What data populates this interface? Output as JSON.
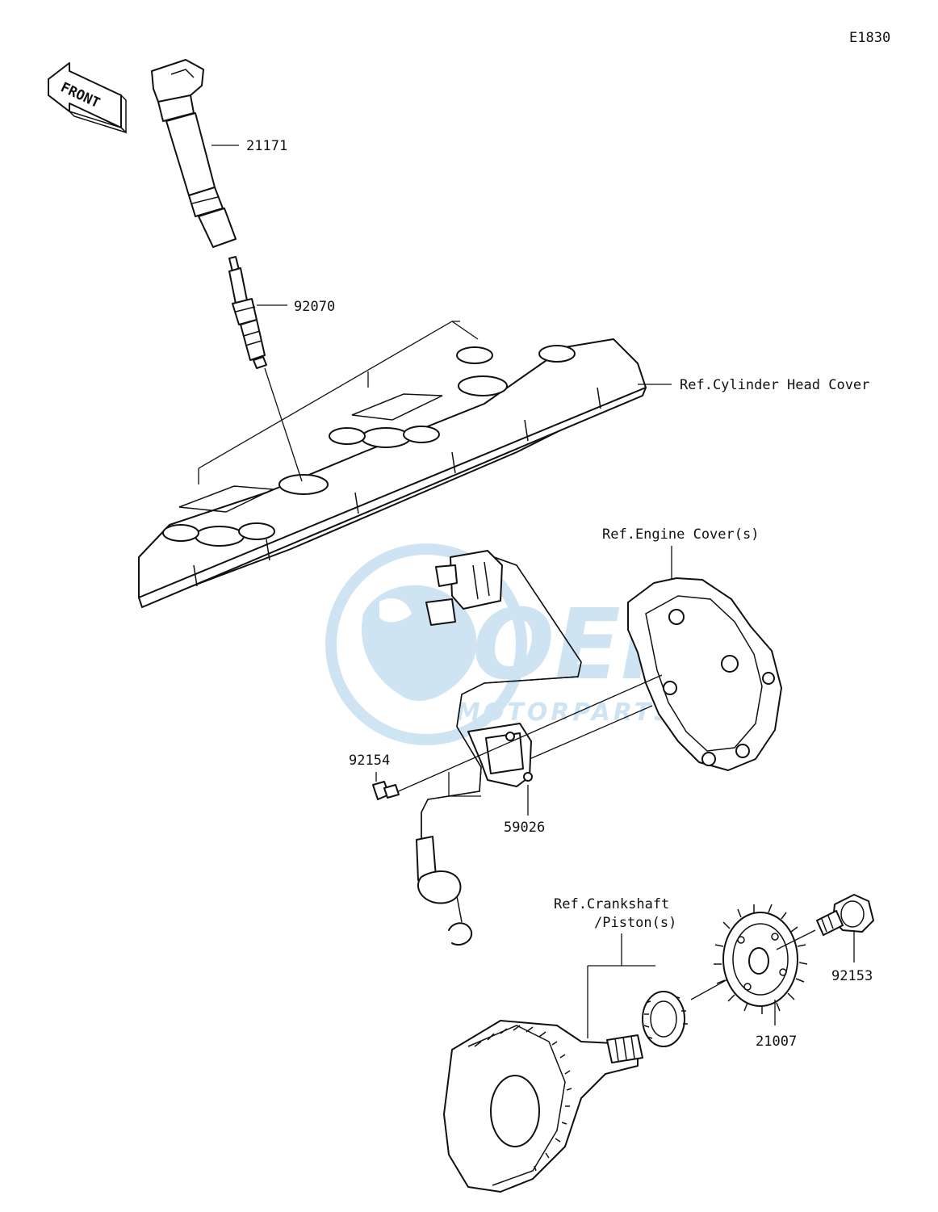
{
  "diagram_code": "E1830",
  "front_label": "FRONT",
  "watermark": {
    "brand": "OEM",
    "sub": "MOTORPARTS",
    "color": "#a9cfea"
  },
  "parts": [
    {
      "id": "21171"
    },
    {
      "id": "92070"
    },
    {
      "id": "92154"
    },
    {
      "id": "59026"
    },
    {
      "id": "92153"
    },
    {
      "id": "21007"
    }
  ],
  "references": {
    "cylinder_head_cover": "Ref.Cylinder Head Cover",
    "engine_covers": "Ref.Engine Cover(s)",
    "crankshaft_line1": "Ref.Crankshaft",
    "crankshaft_line2": "/Piston(s)"
  }
}
